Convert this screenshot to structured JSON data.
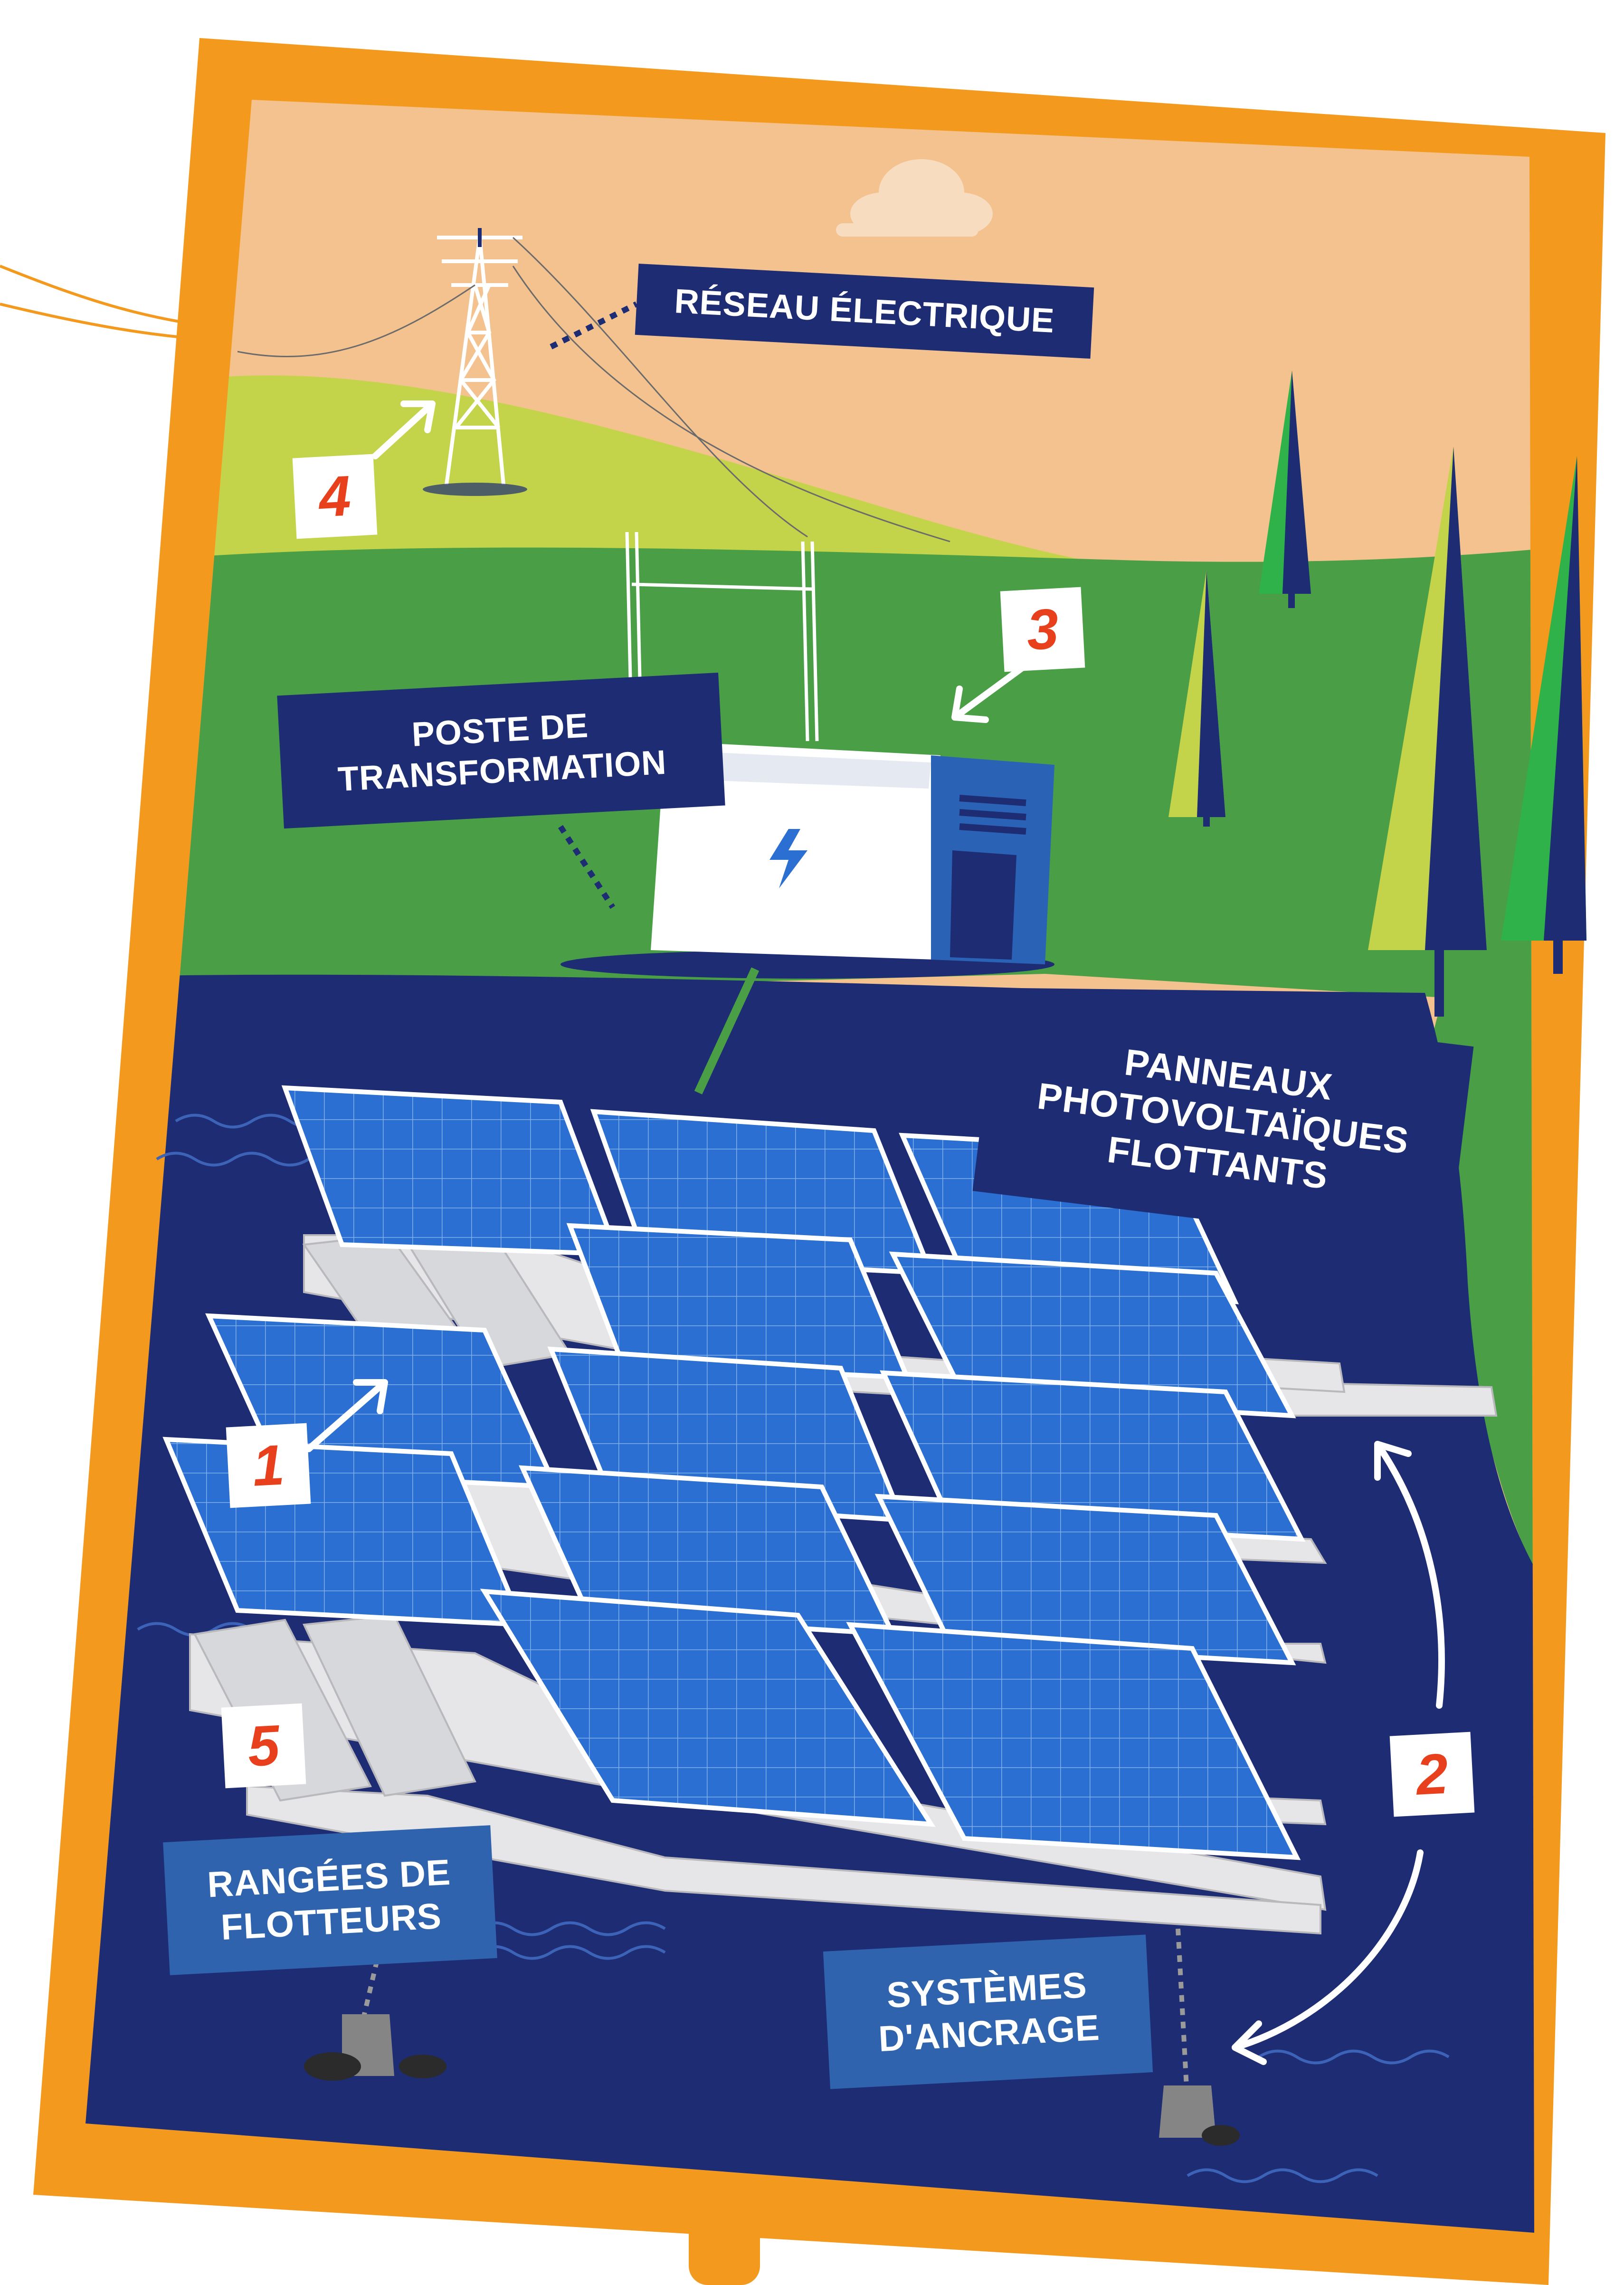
{
  "labels": {
    "reseau": "RÉSEAU ÉLECTRIQUE",
    "poste_line1": "POSTE DE",
    "poste_line2": "TRANSFORMATION",
    "panneaux_line1": "PANNEAUX",
    "panneaux_line2": "PHOTOVOLTAÏQUES",
    "panneaux_line3": "FLOTTANTS",
    "rangees_line1": "RANGÉES DE",
    "rangees_line2": "FLOTTEURS",
    "systemes_line1": "SYSTÈMES",
    "systemes_line2": "D'ANCRAGE"
  },
  "numbers": {
    "n1": "1",
    "n2": "2",
    "n3": "3",
    "n4": "4",
    "n5": "5"
  },
  "icons": [
    "lightning-icon",
    "cloud-icon",
    "pylon-icon",
    "tree-icon",
    "anchor-weight-icon"
  ],
  "colors": {
    "frame": "#f39a1e",
    "sky": "#f4c28e",
    "hill_light": "#c3d44a",
    "grass": "#4a9e45",
    "water": "#1d2c73",
    "panel": "#2a6fd1",
    "float": "#e6e6e8",
    "label_dark": "#1d2c73",
    "label_mid": "#2f63ad",
    "number_text": "#e8401c"
  }
}
